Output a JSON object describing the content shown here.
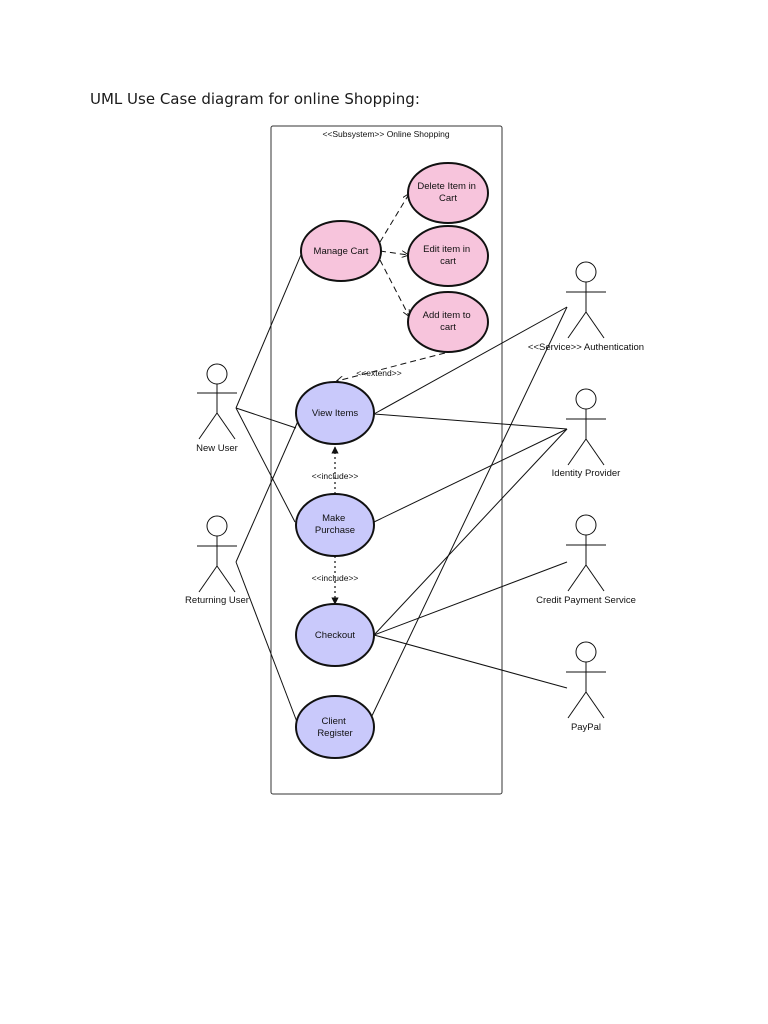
{
  "heading": "UML Use Case diagram for online Shopping:",
  "diagram": {
    "subsystem_label": "<<Subsystem>> Online Shopping",
    "use_cases": {
      "delete_item": [
        "Delete Item in",
        "Cart"
      ],
      "manage_cart": [
        "Manage Cart"
      ],
      "edit_item": [
        "Edit item in",
        "cart"
      ],
      "add_item": [
        "Add item to",
        "cart"
      ],
      "view_items": [
        "View Items"
      ],
      "make_purchase": [
        "Make",
        "Purchase"
      ],
      "checkout": [
        "Checkout"
      ],
      "client_register": [
        "Client",
        "Register"
      ]
    },
    "actors": {
      "new_user": "New User",
      "returning_user": "Returning User",
      "authentication": "<<Service>> Authentication",
      "identity_provider": "Identity Provider",
      "credit_payment": "Credit Payment Service",
      "paypal": "PayPal"
    },
    "relation_labels": {
      "extend": "<<extend>>",
      "include_1": "<<include>>",
      "include_2": "<<include>>"
    },
    "colors": {
      "pink_fill": "#f7c4dc",
      "blue_fill": "#c9c9fb",
      "stroke": "#111111"
    }
  }
}
